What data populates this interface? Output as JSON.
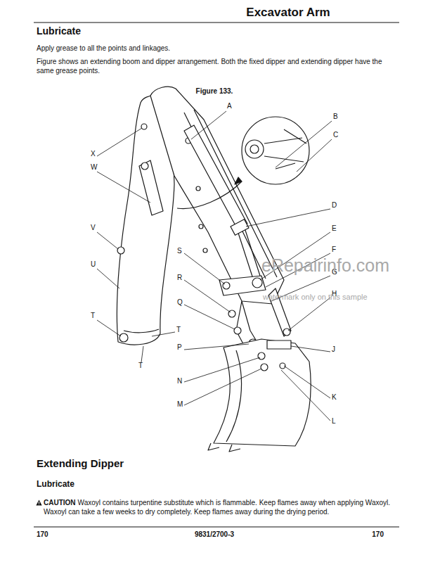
{
  "diagram": {
    "title": "Excavator Arm",
    "labels": [
      "Lubricate",
      "Apply grease to all the points and linkages.",
      "Figure shows an extending boom and dipper arrangement. Both the fixed dipper and extending dipper have the same grease points.",
      "Figure 133.",
      "A",
      "B",
      "C",
      "D",
      "E",
      "F",
      "G",
      "H",
      "J",
      "K",
      "L",
      "M",
      "N",
      "P",
      "Q",
      "R",
      "S",
      "T",
      "T",
      "T",
      "U",
      "V",
      "W",
      "X",
      "eRepairinfo.com",
      "watermark only on this sample",
      "Extending Dipper",
      "Lubricate",
      "CAUTION",
      "Waxoyl contains turpentine substitute which is flammable. Keep flames away when applying Waxoyl. Waxoyl can take a few weeks to dry completely. Keep flames away during the drying period.",
      "170",
      "9831/2700-3",
      "170"
    ]
  }
}
